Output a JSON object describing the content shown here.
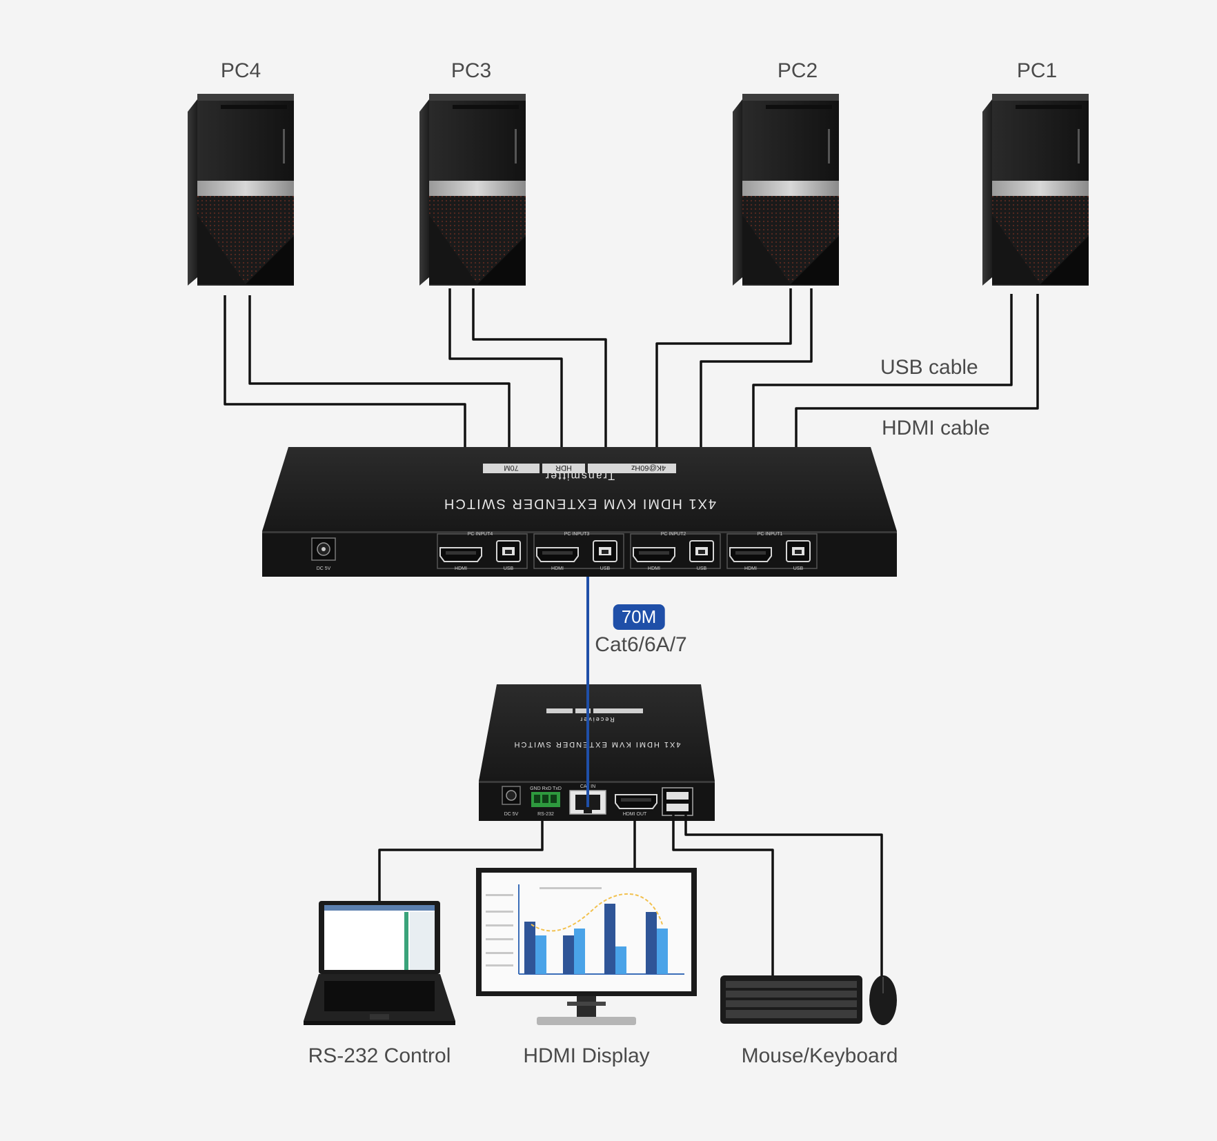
{
  "pcs": [
    {
      "label": "PC4"
    },
    {
      "label": "PC3"
    },
    {
      "label": "PC2"
    },
    {
      "label": "PC1"
    }
  ],
  "cables": {
    "usb": "USB cable",
    "hdmi": "HDMI cable"
  },
  "link": {
    "distance": "70M",
    "cable_type": "Cat6/6A/7",
    "color": "#1f4fa8"
  },
  "transmitter": {
    "title": "4X1 HDMI KVM EXTENDER SWITCH",
    "subtitle": "Transmitter",
    "features": [
      "4K@60Hz",
      "HDR",
      "70M"
    ],
    "power_label": "DC 5V",
    "inputs": [
      "PC INPUT4",
      "PC INPUT3",
      "PC INPUT2",
      "PC INPUT1"
    ],
    "port_hdmi": "HDMI",
    "port_usb": "USB"
  },
  "receiver": {
    "title": "4X1 HDMI KVM EXTENDER SWITCH",
    "subtitle": "Receiver",
    "power_label": "DC 5V",
    "rs232_pins": "GND RxD TxD",
    "rs232_label": "RS-232",
    "cat_label": "CAT IN",
    "hdmi_out_label": "HDMI OUT"
  },
  "peripherals": [
    {
      "label": "RS-232 Control"
    },
    {
      "label": "HDMI Display"
    },
    {
      "label": "Mouse/Keyboard"
    }
  ]
}
